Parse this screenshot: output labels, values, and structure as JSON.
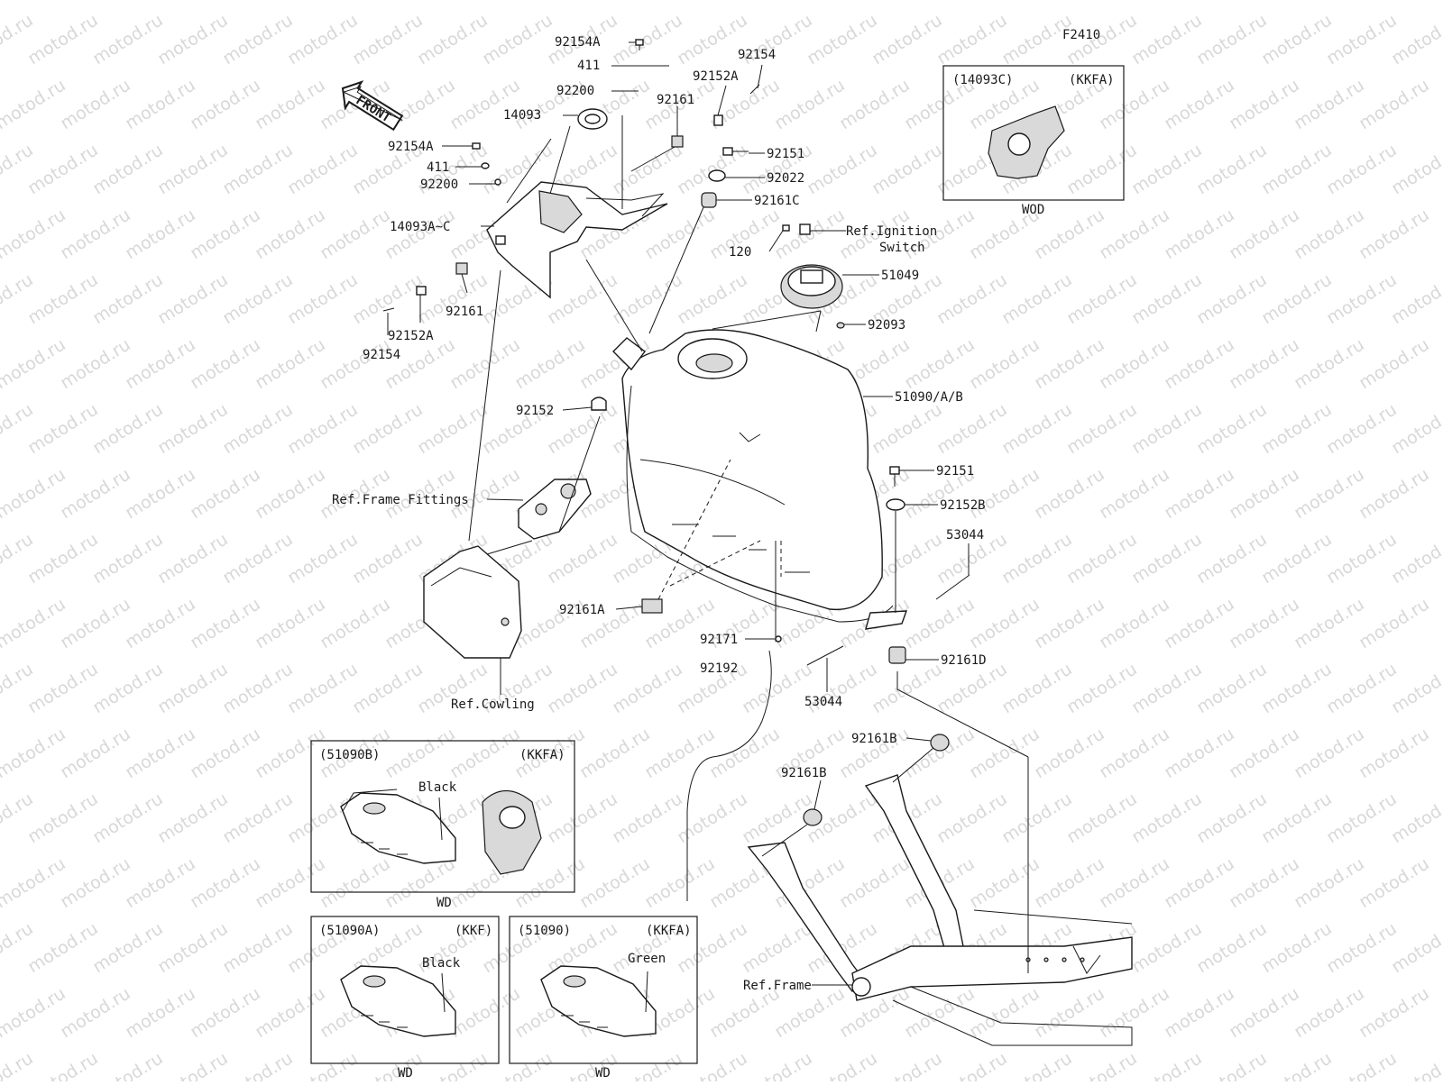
{
  "diagram_code": "F2410",
  "watermark": "motod.ru",
  "front_label": "FRONT",
  "callouts": [
    {
      "id": "c1",
      "text": "92154A"
    },
    {
      "id": "c2",
      "text": "411"
    },
    {
      "id": "c3",
      "text": "92200"
    },
    {
      "id": "c4",
      "text": "14093"
    },
    {
      "id": "c5",
      "text": "92154A"
    },
    {
      "id": "c6",
      "text": "411"
    },
    {
      "id": "c7",
      "text": "92200"
    },
    {
      "id": "c8",
      "text": "14093A~C"
    },
    {
      "id": "c9",
      "text": "92161"
    },
    {
      "id": "c10",
      "text": "92152A"
    },
    {
      "id": "c11",
      "text": "92154"
    },
    {
      "id": "c12",
      "text": "92152A"
    },
    {
      "id": "c13",
      "text": "92154"
    },
    {
      "id": "c14",
      "text": "92161"
    },
    {
      "id": "c15",
      "text": "92151"
    },
    {
      "id": "c16",
      "text": "92022"
    },
    {
      "id": "c17",
      "text": "92161C"
    },
    {
      "id": "c18",
      "text": "Ref.Ignition"
    },
    {
      "id": "c19",
      "text": "Switch"
    },
    {
      "id": "c20",
      "text": "120"
    },
    {
      "id": "c21",
      "text": "51049"
    },
    {
      "id": "c22",
      "text": "92093"
    },
    {
      "id": "c23",
      "text": "51090/A/B"
    },
    {
      "id": "c24",
      "text": "92152"
    },
    {
      "id": "c25",
      "text": "Ref.Frame Fittings"
    },
    {
      "id": "c26",
      "text": "92151"
    },
    {
      "id": "c27",
      "text": "92152B"
    },
    {
      "id": "c28",
      "text": "53044"
    },
    {
      "id": "c29",
      "text": "92161A"
    },
    {
      "id": "c30",
      "text": "92171"
    },
    {
      "id": "c31",
      "text": "92192"
    },
    {
      "id": "c32",
      "text": "92161D"
    },
    {
      "id": "c33",
      "text": "53044"
    },
    {
      "id": "c34",
      "text": "Ref.Cowling"
    },
    {
      "id": "c35",
      "text": "92161B"
    },
    {
      "id": "c36",
      "text": "92161B"
    },
    {
      "id": "c37",
      "text": "Ref.Frame"
    }
  ],
  "insets": {
    "wod": {
      "part": "(14093C)",
      "market": "(KKFA)",
      "footer": "WOD"
    },
    "b": {
      "part": "(51090B)",
      "market": "(KKFA)",
      "color": "Black",
      "footer": "WD"
    },
    "a": {
      "part": "(51090A)",
      "market": "(KKF)",
      "color": "Black",
      "footer": "WD"
    },
    "g": {
      "part": "(51090)",
      "market": "(KKFA)",
      "color": "Green",
      "footer": "WD"
    }
  }
}
